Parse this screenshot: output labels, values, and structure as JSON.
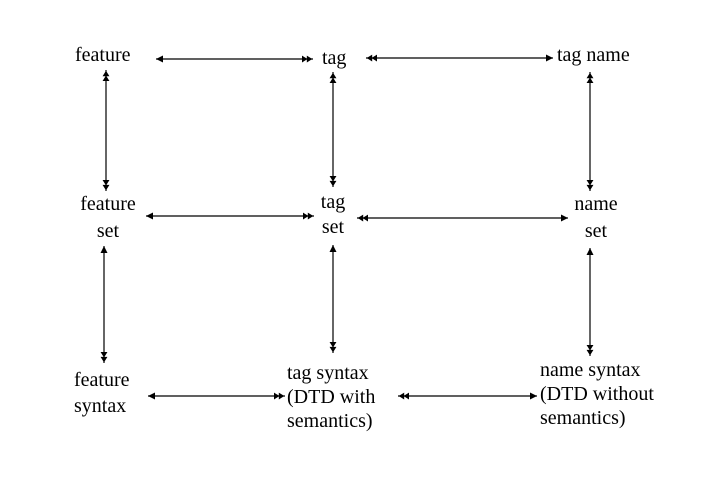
{
  "nodes": {
    "feature": "feature",
    "tag": "tag",
    "tag_name": "tag name",
    "feature_set": [
      "feature",
      "set"
    ],
    "tag_set": [
      "tag",
      "set"
    ],
    "name_set": [
      "name",
      "set"
    ],
    "feature_syntax": [
      "feature",
      "syntax"
    ],
    "tag_syntax": [
      "tag syntax",
      "(DTD with",
      "semantics)"
    ],
    "name_syntax": [
      "name syntax",
      "(DTD without",
      "semantics)"
    ]
  },
  "colors": {
    "line": "#000000",
    "background": "#ffffff"
  }
}
